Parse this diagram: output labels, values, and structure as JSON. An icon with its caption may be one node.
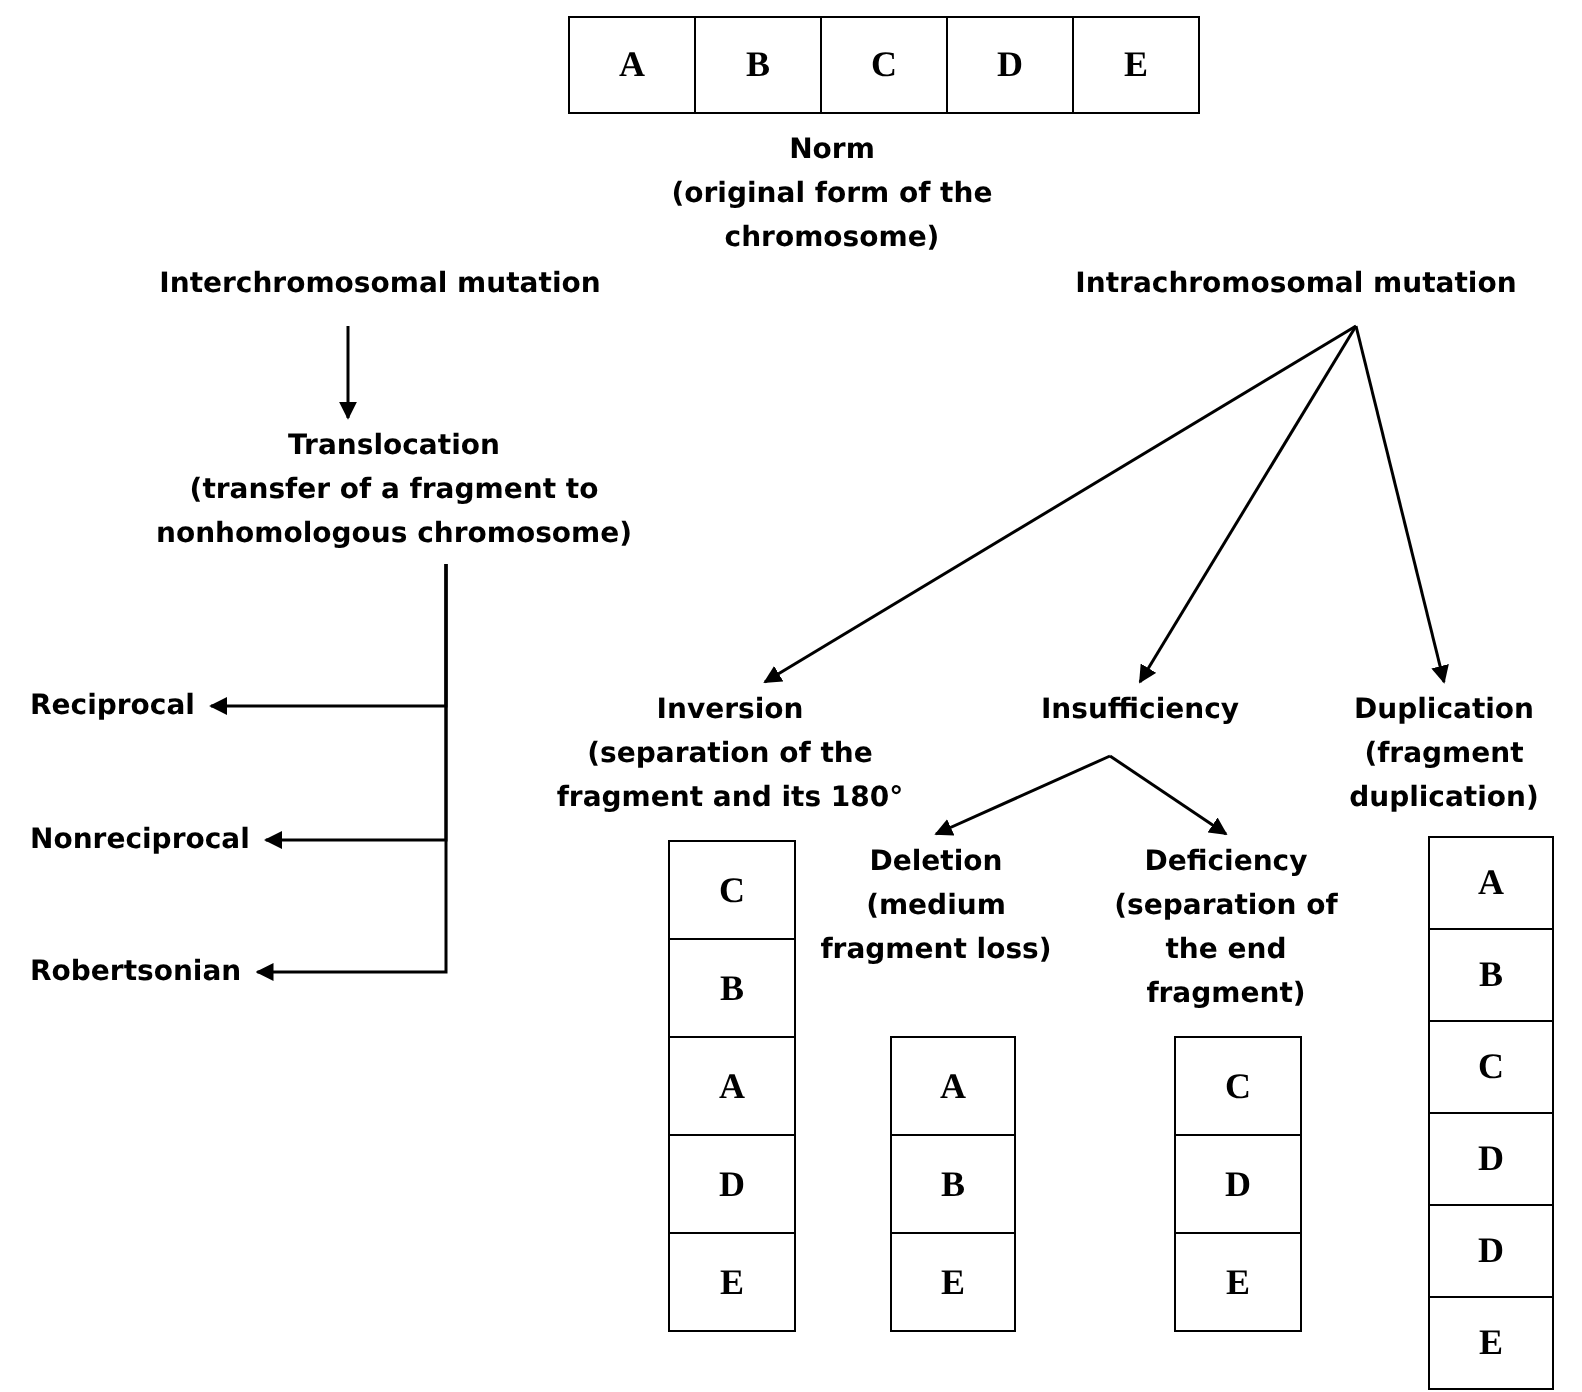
{
  "diagram": {
    "nodes": [
      {
        "text": [
          "A"
        ]
      },
      {
        "text": [
          "B"
        ]
      },
      {
        "text": [
          "C"
        ]
      },
      {
        "text": [
          "D"
        ]
      },
      {
        "text": [
          "E"
        ]
      },
      {
        "text": [
          "Interchromosomal mutation"
        ]
      },
      {
        "text": [
          "Translocation",
          "(transfer of a fragment to nonhomologous chromosome)"
        ]
      },
      {
        "text": [
          "Intrachromosomal mutation"
        ]
      },
      {
        "text": [
          "Reciprocal"
        ]
      },
      {
        "text": [
          "Nonreciprocal"
        ]
      },
      {
        "text": [
          "Robertsonian"
        ]
      },
      {
        "text": [
          "Inversion",
          "(separation of the fragment and its 180°"
        ]
      },
      {
        "text": [
          "Insufficiency"
        ]
      },
      {
        "text": [
          "Duplication",
          "(fragment duplication)"
        ]
      },
      {
        "text": [
          "Deletion",
          "(medium fragment loss)"
        ]
      },
      {
        "text": [
          "Deficiency",
          "(separation of the end fragment)"
        ]
      },
      {
        "text": [
          "C"
        ]
      },
      {
        "text": [
          "B"
        ]
      },
      {
        "text": [
          "A"
        ]
      },
      {
        "text": [
          "D"
        ]
      },
      {
        "text": [
          "E"
        ]
      },
      {
        "text": [
          "A"
        ]
      },
      {
        "text": [
          "B"
        ]
      },
      {
        "text": [
          "E"
        ]
      },
      {
        "text": [
          "C"
        ]
      },
      {
        "text": [
          "D"
        ]
      },
      {
        "text": [
          "E"
        ]
      },
      {
        "text": [
          "A"
        ]
      },
      {
        "text": [
          "B"
        ]
      },
      {
        "text": [
          "C"
        ]
      },
      {
        "text": [
          "D"
        ]
      },
      {
        "text": [
          "D"
        ]
      },
      {
        "text": [
          "E"
        ]
      }
    ],
    "edges": [
      {
        "from": 5,
        "to": 6,
        "arrow": "to"
      },
      {
        "from": 6,
        "to": 8,
        "arrow": "to"
      },
      {
        "from": 6,
        "to": 9,
        "arrow": "to"
      },
      {
        "from": 6,
        "to": 10,
        "arrow": "to"
      },
      {
        "from": 7,
        "to": 11,
        "arrow": "to"
      },
      {
        "from": 7,
        "to": 12,
        "arrow": "to"
      },
      {
        "from": 7,
        "to": 13,
        "arrow": "to"
      },
      {
        "from": 12,
        "to": 14,
        "arrow": "to"
      },
      {
        "from": 12,
        "to": 15,
        "arrow": "to"
      }
    ],
    "labels": [
      "Norm",
      "(original form of the chromosome)"
    ]
  }
}
